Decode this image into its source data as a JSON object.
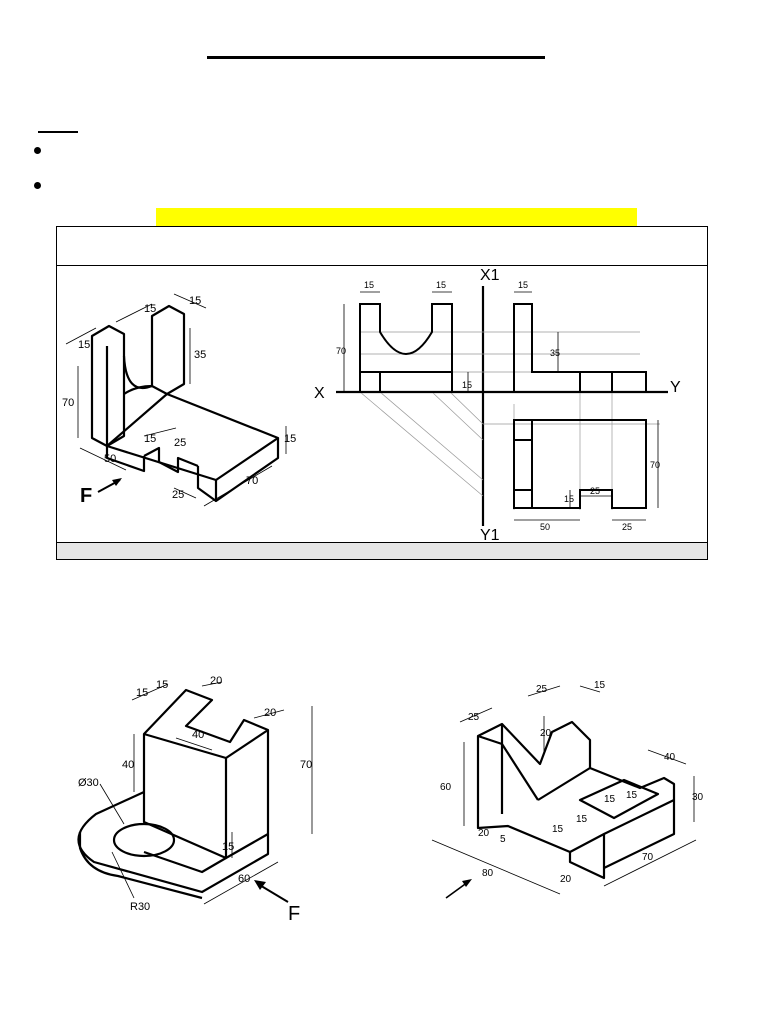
{
  "exercise_panel": {
    "iso_view": {
      "dims": [
        "15",
        "15",
        "15",
        "35",
        "70",
        "15",
        "25",
        "15",
        "50",
        "25",
        "70"
      ],
      "arrow_label": "F"
    },
    "ortho_view": {
      "axis_labels": {
        "x": "X",
        "y": "Y",
        "x1": "X1",
        "y1": "Y1"
      },
      "front_dims": [
        "15",
        "15",
        "70",
        "15"
      ],
      "side_dims": [
        "15",
        "35"
      ],
      "top_dims": [
        "70",
        "15",
        "25",
        "50",
        "25"
      ]
    }
  },
  "figure_left": {
    "dims": [
      "15",
      "15",
      "20",
      "20",
      "40",
      "40",
      "70",
      "Ø30",
      "15",
      "60",
      "R30"
    ],
    "arrow_label": "F"
  },
  "figure_right": {
    "dims": [
      "25",
      "15",
      "20",
      "25",
      "60",
      "40",
      "30",
      "15",
      "15",
      "15",
      "20",
      "5",
      "15",
      "80",
      "20",
      "70"
    ]
  }
}
